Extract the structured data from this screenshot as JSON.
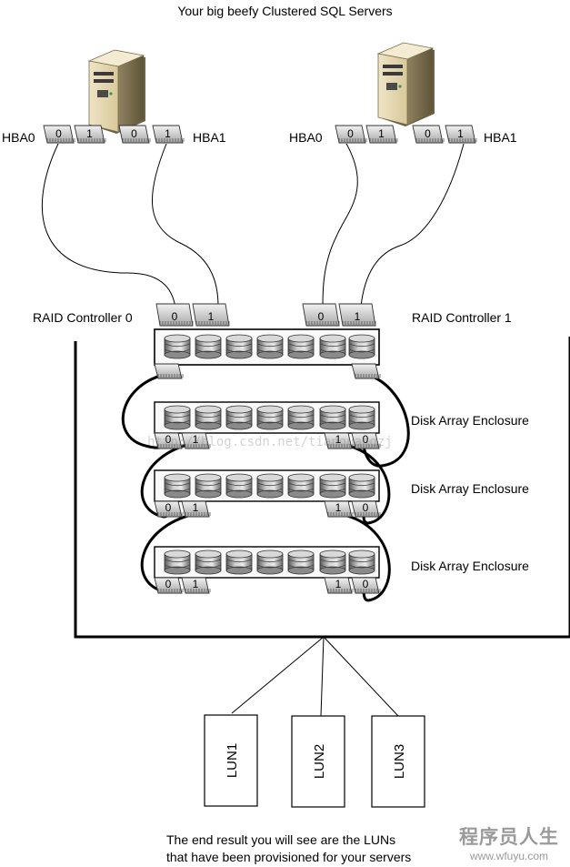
{
  "title": "Your big beefy Clustered SQL Servers",
  "servers": [
    {
      "hba_left": "HBA0",
      "hba_right": "HBA1",
      "ports": [
        "0",
        "1",
        "0",
        "1"
      ]
    },
    {
      "hba_left": "HBA0",
      "hba_right": "HBA1",
      "ports": [
        "0",
        "1",
        "0",
        "1"
      ]
    }
  ],
  "controllers": {
    "left_label": "RAID Controller 0",
    "right_label": "RAID Controller 1",
    "left_port": "0",
    "right_port": "1"
  },
  "enclosures": [
    {
      "label": "Disk Array Enclosure",
      "left_ports": [
        "0",
        "1"
      ],
      "right_ports": [
        "1",
        "0"
      ]
    },
    {
      "label": "Disk Array Enclosure",
      "left_ports": [
        "0",
        "1"
      ],
      "right_ports": [
        "1",
        "0"
      ]
    },
    {
      "label": "Disk Array Enclosure",
      "left_ports": [
        "0",
        "1"
      ],
      "right_ports": [
        "1",
        "0"
      ]
    }
  ],
  "luns": [
    "LUN1",
    "LUN2",
    "LUN3"
  ],
  "footer": {
    "line1": "The end result you will see are the LUNs",
    "line2": "that have been provisioned for your servers"
  },
  "watermark": {
    "text": "http://blog.csdn.net/tianguangzj",
    "brand_line1": "程序员人生",
    "brand_line2": "www.wfuyu.com"
  }
}
